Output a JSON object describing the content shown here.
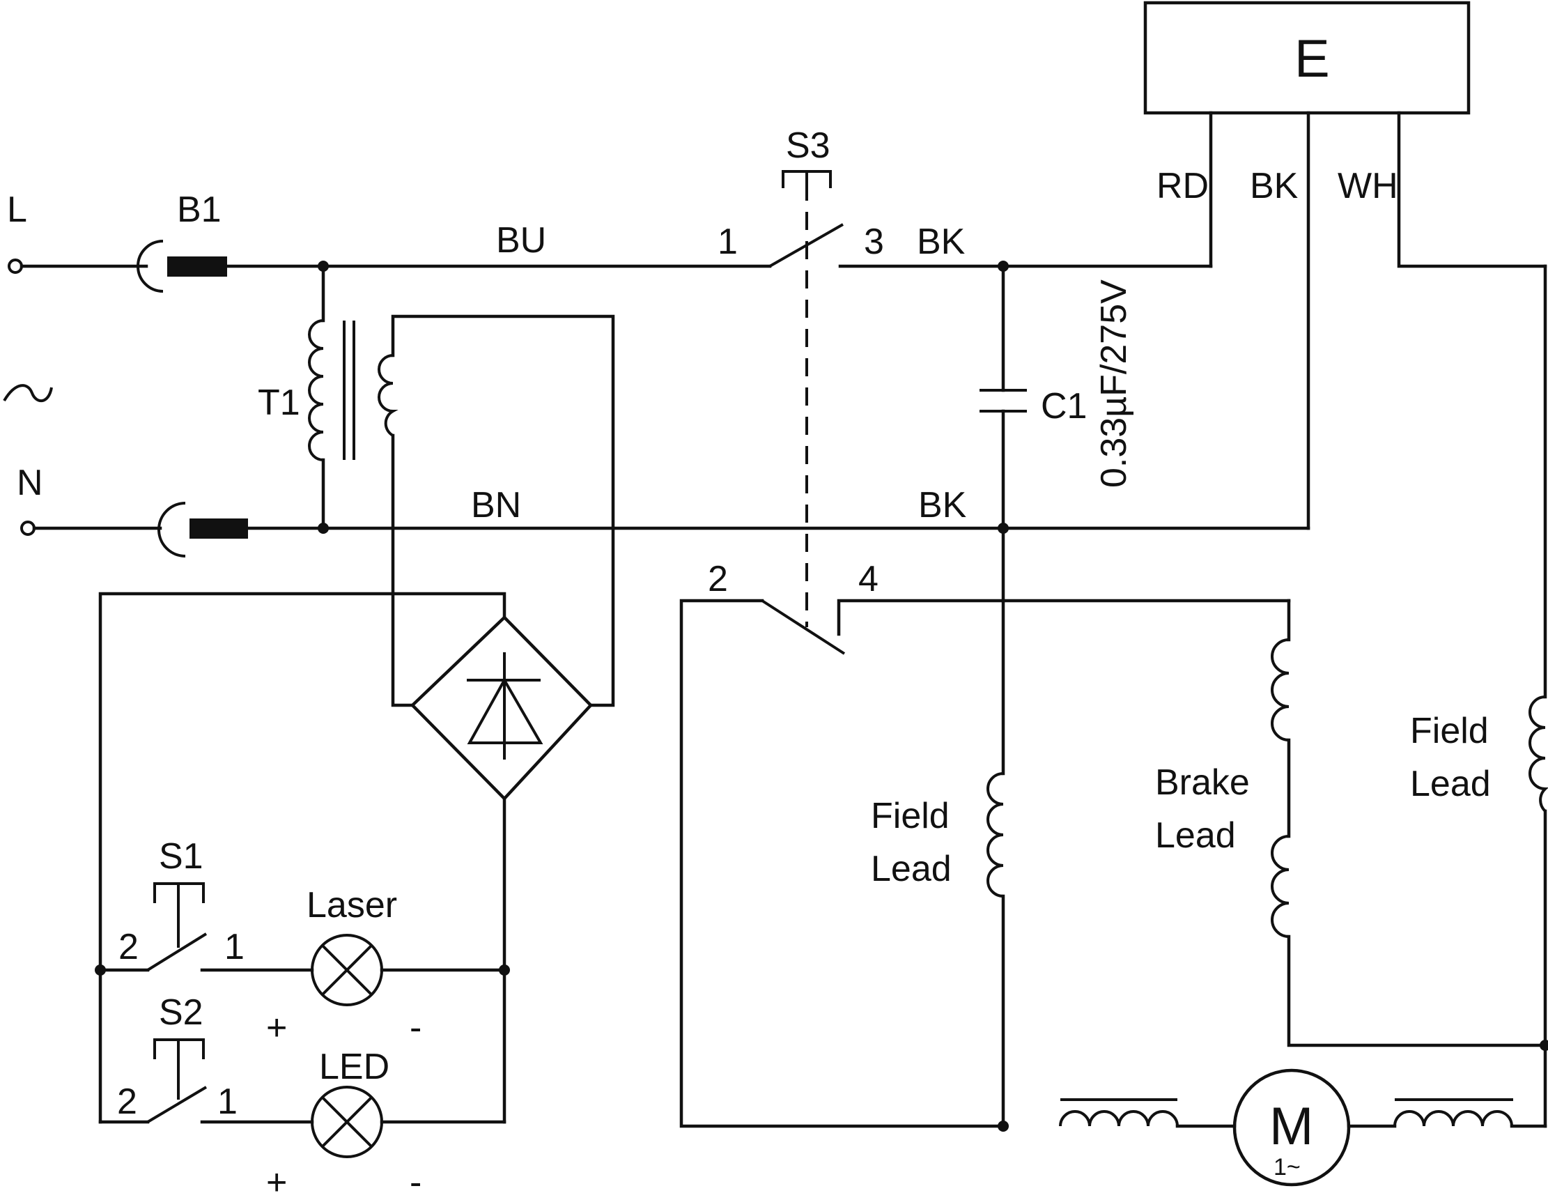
{
  "terminals": {
    "line": "L",
    "neutral": "N",
    "ac_symbol": "~"
  },
  "components": {
    "fuse": "B1",
    "transformer": "T1",
    "switch_main": "S3",
    "switch_laser": "S1",
    "switch_led": "S2",
    "capacitor": "C1",
    "capacitor_rating": "0.33µF/275V",
    "electronic_module": "E",
    "motor": "M",
    "motor_phase": "1~",
    "laser": "Laser",
    "led": "LED"
  },
  "wires": {
    "bu": "BU",
    "bn": "BN",
    "bk_top": "BK",
    "bk_bottom": "BK",
    "rd": "RD",
    "bk_module": "BK",
    "wh": "WH"
  },
  "pins": {
    "s3_1": "1",
    "s3_3": "3",
    "s3_2": "2",
    "s3_4": "4",
    "s1_2": "2",
    "s1_1": "1",
    "s2_2": "2",
    "s2_1": "1"
  },
  "polarity": {
    "laser_plus": "+",
    "laser_minus": "-",
    "led_plus": "+",
    "led_minus": "-"
  },
  "coils": {
    "field_left": [
      "Field",
      "Lead"
    ],
    "brake": [
      "Brake",
      "Lead"
    ],
    "field_right": [
      "Field",
      "Lead"
    ]
  }
}
